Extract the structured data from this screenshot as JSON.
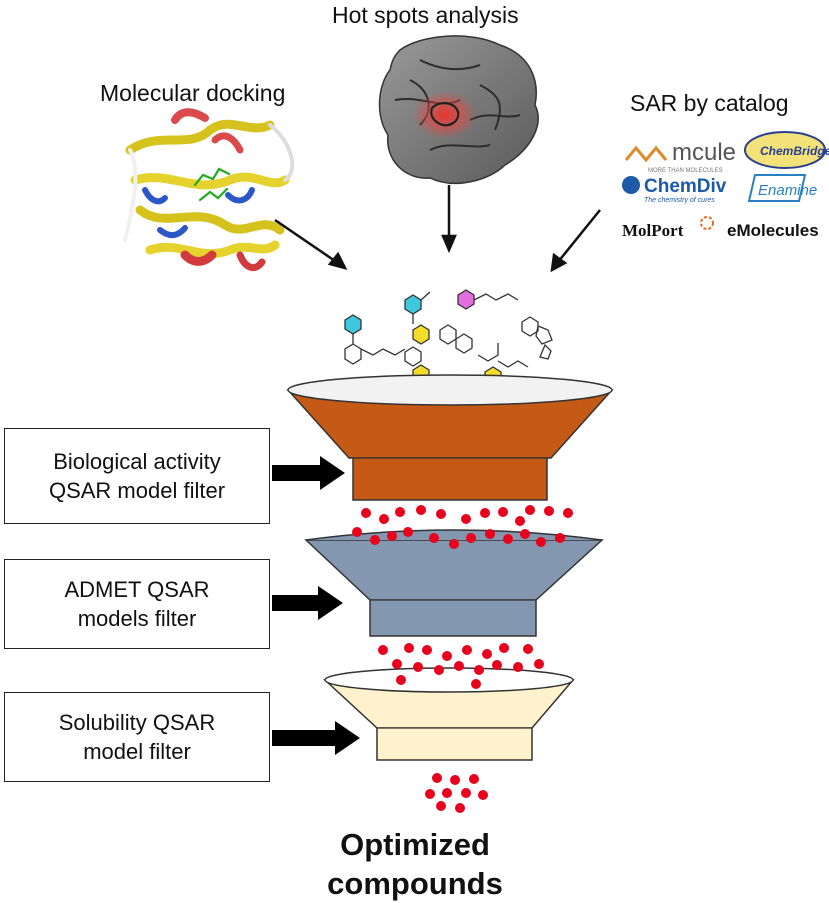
{
  "top_labels": {
    "hotspots": "Hot spots analysis",
    "docking": "Molecular docking",
    "sar": "SAR by catalog"
  },
  "vendors": {
    "mcule": "mcule",
    "mcule_tag": "MORE THAN MOLECULES",
    "chembridge": "ChemBridge",
    "chemdiv": "ChemDiv",
    "chemdiv_tag": "The chemistry of cures",
    "enamine": "Enamine",
    "molport": "MolPort",
    "emolecules": "eMolecules"
  },
  "filters": [
    {
      "line1": "Biological activity",
      "line2": "QSAR model filter",
      "color": "#c55a17"
    },
    {
      "line1": "ADMET QSAR",
      "line2": "models filter",
      "color": "#8497b0"
    },
    {
      "line1": "Solubility QSAR",
      "line2": "model filter",
      "color": "#fff2cc"
    }
  ],
  "output": {
    "line1": "Optimized",
    "line2": "compounds"
  },
  "colors": {
    "dot": "#e8001c",
    "arrow": "#111111",
    "protein_gray": "#7a7a7a",
    "hotspot": "#e8473f"
  }
}
